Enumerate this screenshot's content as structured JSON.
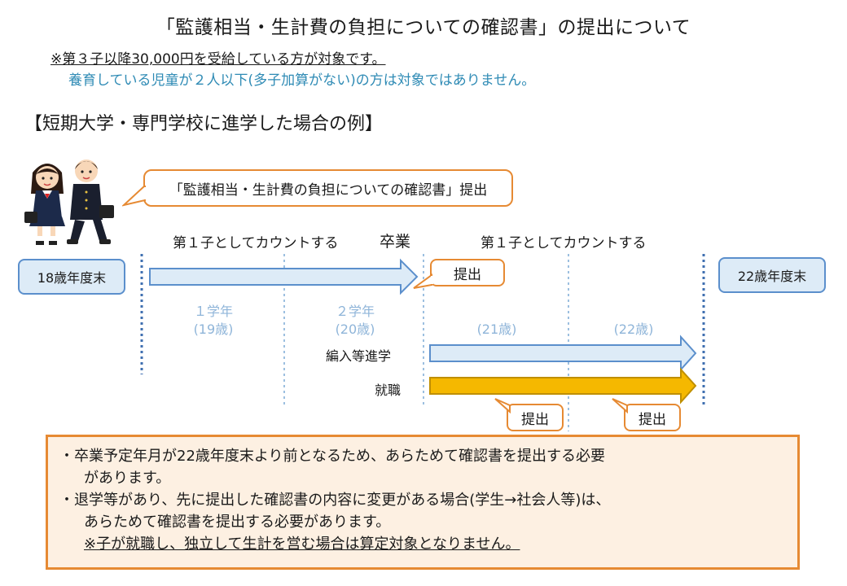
{
  "title": "「監護相当・生計費の負担についての確認書」の提出について",
  "note_primary": "※第３子以降30,000円を受給している方が対象です。",
  "note_secondary": "養育している児童が２人以下(多子加算がない)の方は対象ではありません。",
  "section_heading": "【短期大学・専門学校に進学した場合の例】",
  "diagram": {
    "callout": "「監護相当・生計費の負担についての確認書」提出",
    "start_box": "18歳年度末",
    "end_box": "22歳年度末",
    "count_label_left": "第１子としてカウントする",
    "graduation_label": "卒業",
    "count_label_right": "第１子としてカウントする",
    "submit_label": "提出",
    "grade1": "１学年",
    "age1": "(19歳)",
    "grade2": "２学年",
    "age2": "(20歳)",
    "age3": "(21歳)",
    "age4": "(22歳)",
    "path_transfer": "編入等進学",
    "path_employment": "就職",
    "colors": {
      "blue_fill": "#ddebf7",
      "blue_border": "#5b8fcc",
      "gold_fill": "#f5b800",
      "gold_border": "#bf8f00",
      "orange": "#e68a33",
      "info_bg": "#fdf0e2"
    }
  },
  "info": {
    "bullet1_line1": "・卒業予定年月が22歳年度末より前となるため、あらためて確認書を提出する必要",
    "bullet1_line2": "があります。",
    "bullet2_line1": "・退学等があり、先に提出した確認書の内容に変更がある場合(学生→社会人等)は、",
    "bullet2_line2": "あらためて確認書を提出する必要があります。",
    "note": "※子が就職し、独立して生計を営む場合は算定対象となりません。"
  }
}
